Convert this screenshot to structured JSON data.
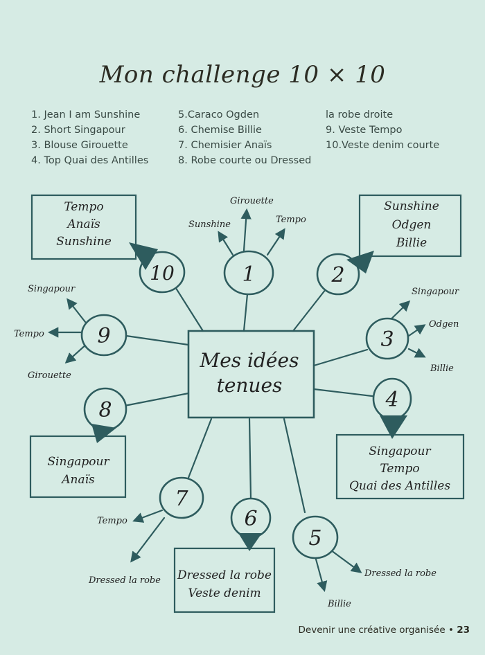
{
  "title": "Mon challenge 10 × 10",
  "list": {
    "col1": [
      "1. Jean I am Sunshine",
      "2. Short Singapour",
      "3. Blouse Girouette",
      "4. Top Quai des Antilles"
    ],
    "col2": [
      "5.Caraco Ogden",
      "6. Chemise Billie",
      "7. Chemisier Anaïs",
      "8. Robe courte ou Dressed"
    ],
    "col3": [
      "la robe droite",
      "9. Veste Tempo",
      "10.Veste denim courte"
    ]
  },
  "center": {
    "line1": "Mes idées",
    "line2": "tenues"
  },
  "nodes": {
    "n1": {
      "number": "1",
      "labels": [
        "Girouette",
        "Sunshine",
        "Tempo"
      ]
    },
    "n2": {
      "number": "2",
      "box": [
        "Sunshine",
        "Odgen",
        "Billie"
      ]
    },
    "n3": {
      "number": "3",
      "labels": [
        "Singapour",
        "Odgen",
        "Billie"
      ]
    },
    "n4": {
      "number": "4",
      "box": [
        "Singapour",
        "Tempo",
        "Quai des Antilles"
      ]
    },
    "n5": {
      "number": "5",
      "labels": [
        "Dressed la robe",
        "Billie"
      ]
    },
    "n6": {
      "number": "6",
      "box": [
        "Dressed la robe",
        "Veste denim"
      ]
    },
    "n7": {
      "number": "7",
      "labels": [
        "Tempo",
        "Dressed la robe"
      ]
    },
    "n8": {
      "number": "8",
      "box": [
        "Singapour",
        "Anaïs"
      ]
    },
    "n9": {
      "number": "9",
      "labels": [
        "Singapour",
        "Tempo",
        "Girouette"
      ]
    },
    "n10": {
      "number": "10",
      "box": [
        "Tempo",
        "Anaïs",
        "Sunshine"
      ]
    }
  },
  "footer": {
    "text": "Devenir une créative organisée",
    "separator": "•",
    "page": "23"
  },
  "colors": {
    "ink": "#2e5c5e",
    "background": "#d6ebe4",
    "text": "#222222"
  }
}
